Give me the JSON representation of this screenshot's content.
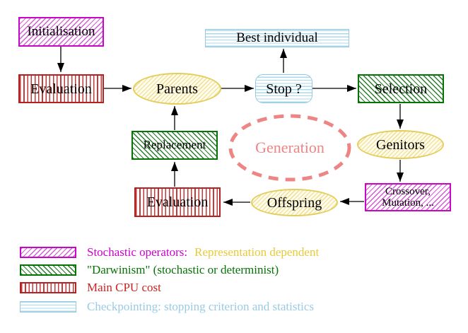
{
  "nodes": {
    "initialisation": "Initialisation",
    "evaluation_top": "Evaluation",
    "parents": "Parents",
    "best_individual": "Best individual",
    "stop": "Stop ?",
    "selection": "Selection",
    "genitors": "Genitors",
    "crossover_line1": "Crossover,",
    "crossover_line2": "Mutation, ...",
    "offspring": "Offspring",
    "evaluation_bottom": "Evaluation",
    "replacement": "Replacement",
    "generation": "Generation"
  },
  "legend": {
    "stochastic_label": "Stochastic operators:",
    "stochastic_label2": "Representation dependent",
    "darwinism_label": "\"Darwinism\" (stochastic or determinist)",
    "cpu_label": "Main CPU cost",
    "checkpoint_label": "Checkpointing: stopping criterion and statistics"
  },
  "colors": {
    "stochastic_magenta": "#cc00cc",
    "representation_yellow": "#e9c93a",
    "darwinism_green": "#067306",
    "cpu_red": "#cc2222",
    "checkpoint_blue": "#99cbe6",
    "node_yellow_border": "#e3cd5c",
    "generation_salmon": "#ee8585",
    "arrow_black": "#000000"
  }
}
